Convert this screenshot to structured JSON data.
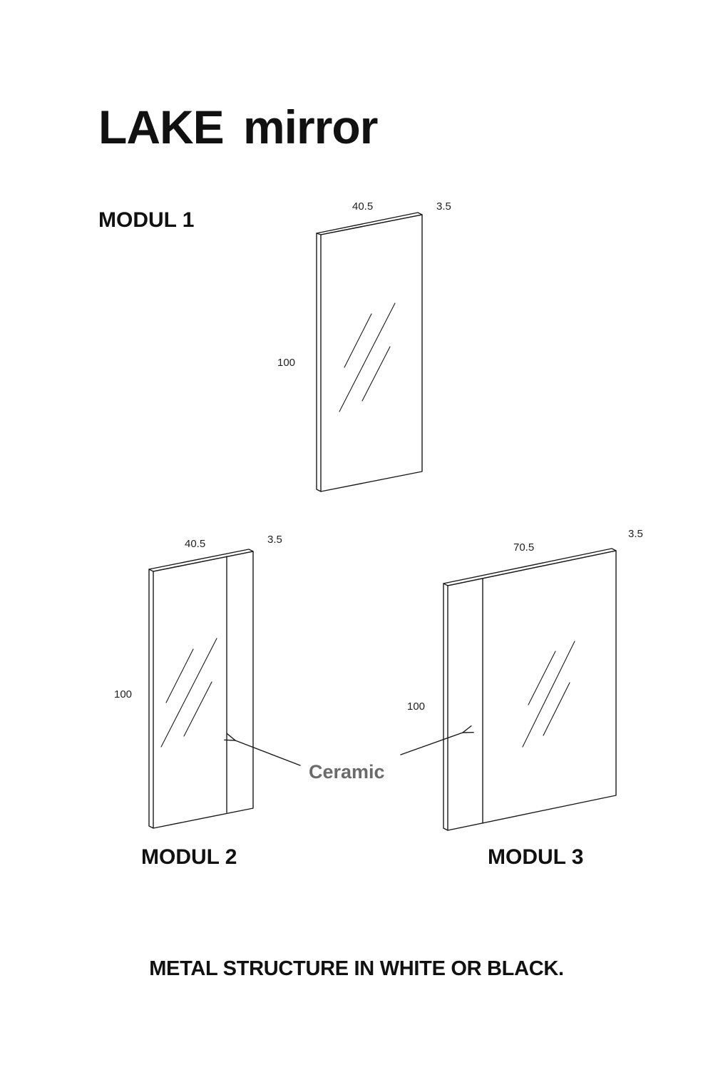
{
  "title": "LAKE  mirror",
  "modules": [
    {
      "label": "MODUL 1",
      "width": "40.5",
      "depth": "3.5",
      "height": "100"
    },
    {
      "label": "MODUL 2",
      "width": "40.5",
      "depth": "3.5",
      "height": "100"
    },
    {
      "label": "MODUL 3",
      "width": "70.5",
      "depth": "3.5",
      "height": "100"
    }
  ],
  "ceramic_label": "Ceramic",
  "footer_note": "METAL STRUCTURE IN WHITE OR BLACK.",
  "colors": {
    "line": "#1a1a1a",
    "ceramic_text": "#6b6b6b"
  }
}
